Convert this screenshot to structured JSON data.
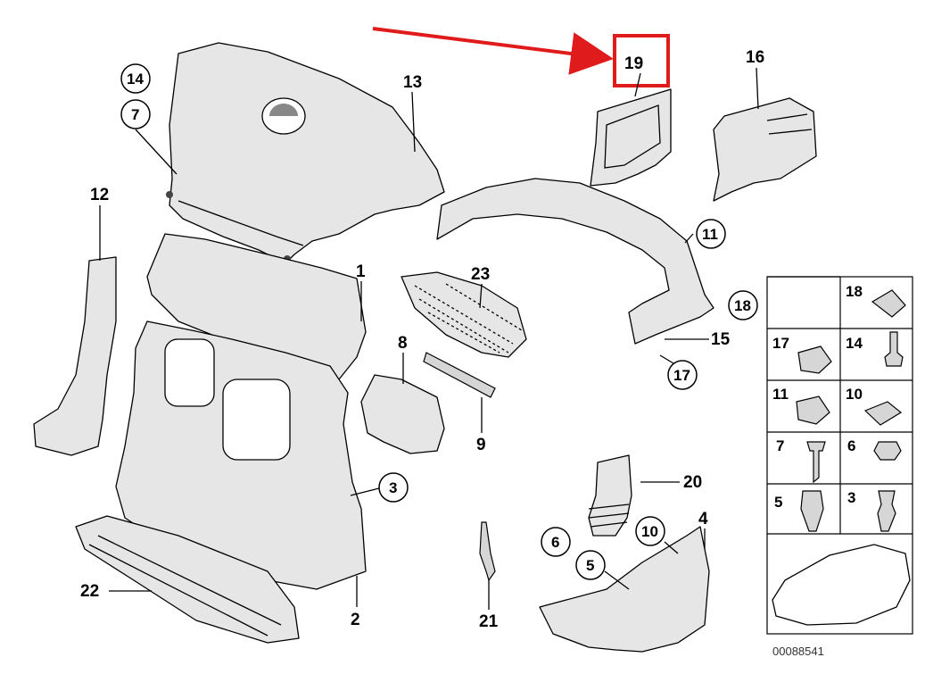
{
  "callouts": {
    "c19": "19",
    "c16": "16",
    "c14": "14",
    "c7": "7",
    "c13": "13",
    "c12": "12",
    "c11": "11",
    "c1": "1",
    "c23": "23",
    "c18": "18",
    "c15": "15",
    "c8": "8",
    "c17": "17",
    "c9": "9",
    "c20": "20",
    "c3": "3",
    "c4": "4",
    "c6": "6",
    "c10": "10",
    "c5": "5",
    "c22": "22",
    "c2": "2",
    "c21": "21"
  },
  "legend": {
    "r18": "18",
    "r17": "17",
    "r14": "14",
    "r11": "11",
    "r10": "10",
    "r7": "7",
    "r6": "6",
    "r5": "5",
    "r3": "3"
  },
  "catalog_number": "00088541",
  "colors": {
    "highlight": "#e01b1b",
    "arrow": "#e01b1b"
  }
}
